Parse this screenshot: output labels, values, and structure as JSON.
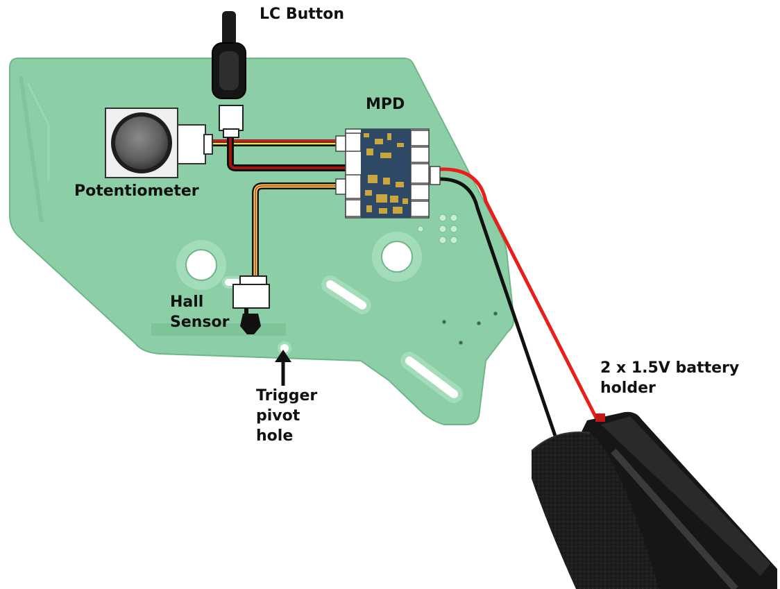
{
  "labels": {
    "lc_button": "LC Button",
    "mpd": "MPD",
    "potentiometer": "Potentiometer",
    "hall_sensor": [
      "Hall",
      "Sensor"
    ],
    "trigger_pivot_hole": [
      "Trigger",
      "pivot",
      "hole"
    ],
    "battery_holder": [
      "2 x 1.5V battery",
      "holder"
    ]
  },
  "colors": {
    "board": "#8ccfa6",
    "board_edge": "#6fb68a",
    "wire_red": "#e8201c",
    "wire_black": "#111111",
    "wire_yellow": "#f0e25a",
    "connector": "#ffffff",
    "chip": "#2f4a66",
    "chip_gold": "#c9a640"
  },
  "icons": [
    "lc-button-icon",
    "potentiometer-icon",
    "mpd-board-icon",
    "hall-sensor-icon",
    "arrow-up-icon",
    "battery-holder-icon"
  ]
}
